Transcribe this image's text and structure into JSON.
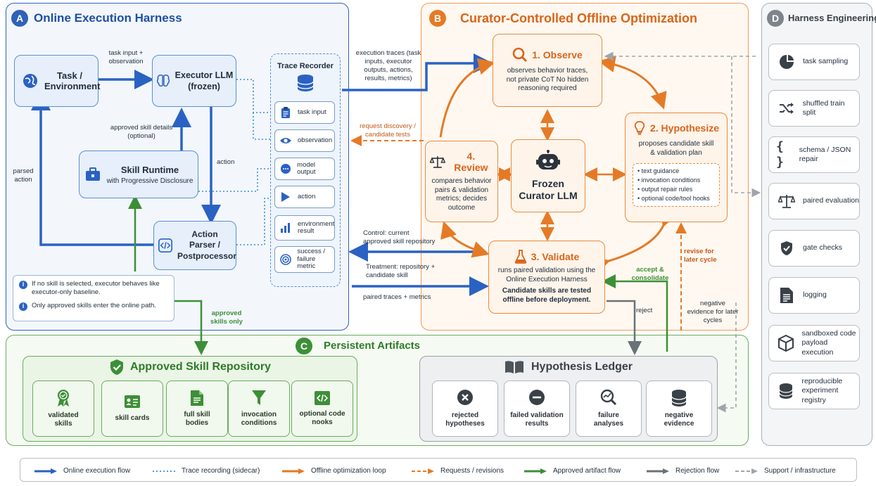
{
  "panelA": {
    "badge": "A",
    "title": "Online Execution Harness",
    "task_env": "Task / Environment",
    "executor": "Executor LLM",
    "executor_sub": "(frozen)",
    "skill_runtime": "Skill Runtime",
    "skill_runtime_sub": "with Progressive Disclosure",
    "parser": "Action Parser / Postprocessor",
    "lbl_task_input": "task input + observation",
    "lbl_approved_details": "approved skill details (optional)",
    "lbl_action": "action",
    "lbl_parsed": "parsed action",
    "note1": "If no skill is selected, executor behaves like executor-only baseline.",
    "note2": "Only approved skills enter the online path.",
    "trace_title": "Trace Recorder",
    "trace_items": [
      "task input",
      "observation",
      "model output",
      "action",
      "environment result",
      "success / failure metric"
    ]
  },
  "panelB": {
    "badge": "B",
    "title": "Curator-Controlled Offline Optimization",
    "observe_title": "1. Observe",
    "observe_body": "observes behavior traces, not private CoT No hidden reasoning required",
    "hyp_title": "2. Hypothesize",
    "hyp_body": "proposes candidate skill & validation plan",
    "hyp_list": [
      "text guidance",
      "invocation conditions",
      "output repair rules",
      "optional code/tool hooks"
    ],
    "val_title": "3. Validate",
    "val_body": "runs paired validation using the Online Execution Harness",
    "val_bold": "Candidate skills are tested offline before deployment.",
    "rev_title": "4. Review",
    "rev_body": "compares behavior pairs & validation metrics; decides outcome",
    "curator": "Frozen Curator LLM"
  },
  "edges": {
    "exec_traces": "execution traces (task inputs, executor outputs, actions, results, metrics)",
    "request_disc": "request discovery / candidate tests",
    "control": "Control: current approved skill repository",
    "treatment": "Treatment: repository + candidate skill",
    "paired": "paired traces + metrics",
    "approved_only": "approved skills only",
    "accept": "accept & consolidate",
    "reject": "reject",
    "revise": "revise for later cycle",
    "neg_later": "negative evidence for later cycles"
  },
  "panelC": {
    "badge": "C",
    "title": "Persistent Artifacts",
    "repo_title": "Approved Skill Repository",
    "repo_items": [
      "validated skills",
      "skill cards",
      "full skill bodies",
      "invocation conditions",
      "optional code nooks"
    ],
    "ledger_title": "Hypothesis Ledger",
    "ledger_items": [
      "rejected hypotheses",
      "failed validation results",
      "failure analyses",
      "negative evidence"
    ]
  },
  "panelD": {
    "badge": "D",
    "title": "Harness Engineering",
    "items": [
      "task sampling",
      "shuffled train split",
      "schema / JSON repair",
      "paired evaluation",
      "gate checks",
      "logging",
      "sandboxed code payload execution",
      "reproducible experiment registry"
    ]
  },
  "legend": [
    "Online execution flow",
    "Trace recording (sidecar)",
    "Offline optimization loop",
    "Requests / revisions",
    "Approved artifact flow",
    "Rejection flow",
    "Support / infrastructure"
  ],
  "colors": {
    "blue": "#2a62c4",
    "orange": "#e57a26",
    "green": "#3d8f37",
    "gray": "#6b7178"
  }
}
